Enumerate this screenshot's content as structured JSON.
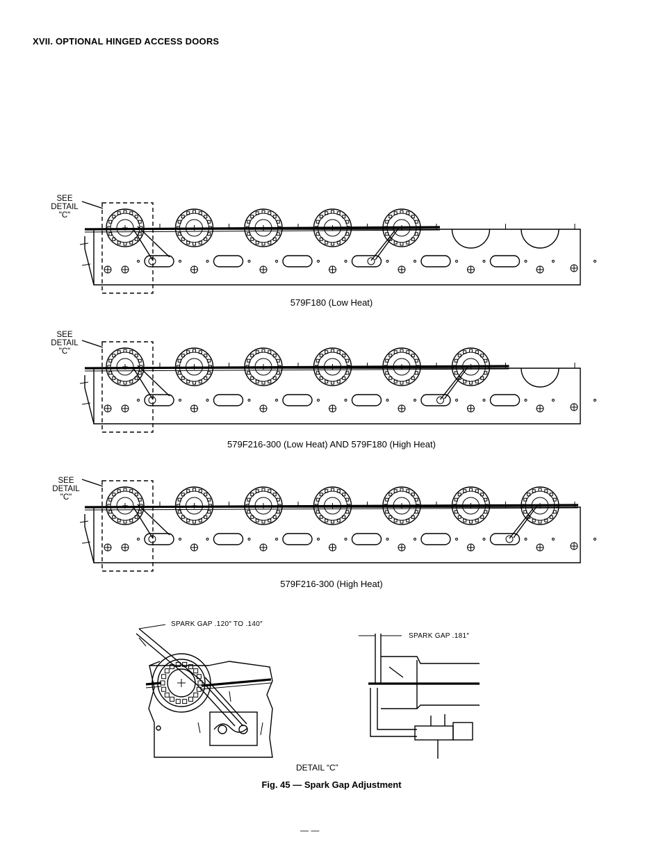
{
  "heading": "XVII.  OPTIONAL HINGED ACCESS DOORS",
  "see_detail": {
    "line1": "SEE",
    "line2": "DETAIL",
    "line3": "\"C\""
  },
  "rows": [
    {
      "caption": "579F180 (Low Heat)",
      "burners": 5,
      "open_slots": 2,
      "igniter_index": 4
    },
    {
      "caption": "579F216-300 (Low Heat) AND 579F180 (High Heat)",
      "burners": 6,
      "open_slots": 1,
      "igniter_index": 5
    },
    {
      "caption": "579F216-300 (High Heat)",
      "burners": 7,
      "open_slots": 0,
      "igniter_index": 6
    }
  ],
  "detail": {
    "spark_gap_left": "SPARK GAP .120″ TO .140″",
    "spark_gap_right": "SPARK GAP .181″",
    "label": "DETAIL “C”"
  },
  "figure_caption": "Fig. 45 — Spark Gap Adjustment",
  "page_marks": "—   —"
}
